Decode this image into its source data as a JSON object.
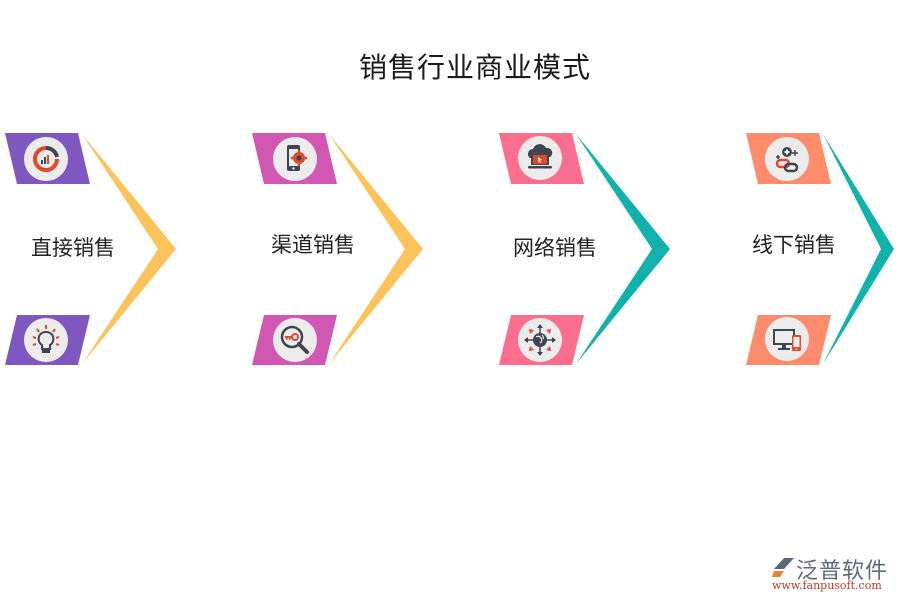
{
  "title": "销售行业商业模式",
  "stages": [
    {
      "label": "直接销售",
      "tab_color": "#7f57c0",
      "chevron_color": "#fcc35b",
      "top_icon": "donut-chart-icon",
      "bottom_icon": "lightbulb-icon"
    },
    {
      "label": "渠道销售",
      "tab_color": "#d257b3",
      "chevron_color": "#fcc35b",
      "top_icon": "mobile-settings-icon",
      "bottom_icon": "key-search-icon"
    },
    {
      "label": "网络销售",
      "tab_color": "#fb6e8d",
      "chevron_color": "#12b2ac",
      "top_icon": "cloud-laptop-icon",
      "bottom_icon": "global-network-icon"
    },
    {
      "label": "线下销售",
      "tab_color": "#fd8c6d",
      "chevron_color": "#12b2ac",
      "top_icon": "link-user-add-icon",
      "bottom_icon": "desktop-mobile-icon"
    }
  ],
  "colors": {
    "icon_accent": "#e2492a",
    "icon_dark": "#3f4650",
    "badge_bg": "#ececec"
  },
  "watermark": {
    "brand": "泛普软件",
    "url": "www.fanpusoft.com"
  }
}
